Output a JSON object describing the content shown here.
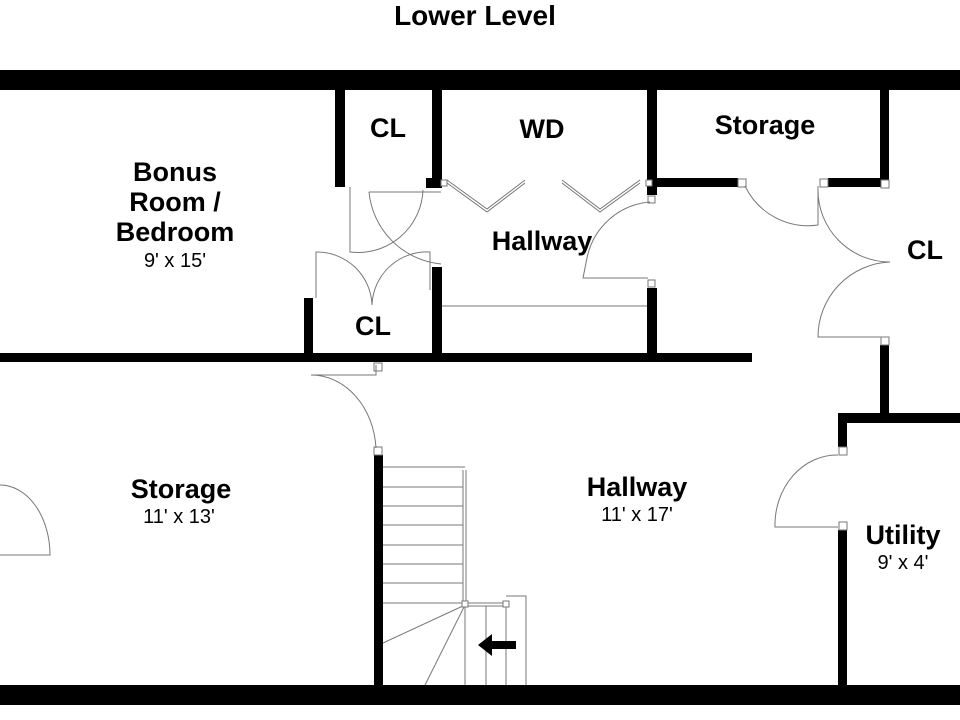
{
  "title": "Lower Level",
  "rooms": {
    "bonus": {
      "name_line1": "Bonus",
      "name_line2": "Room /",
      "name_line3": "Bedroom",
      "dims": "9' x 15'"
    },
    "cl_top": {
      "name": "CL"
    },
    "wd": {
      "name": "WD"
    },
    "storage_top": {
      "name": "Storage"
    },
    "hallway_upper": {
      "name": "Hallway"
    },
    "cl_right": {
      "name": "CL"
    },
    "cl_bottom": {
      "name": "CL"
    },
    "storage": {
      "name": "Storage",
      "dims": "11' x 13'"
    },
    "hallway": {
      "name": "Hallway",
      "dims": "11' x 17'"
    },
    "utility": {
      "name": "Utility",
      "dims": "9' x 4'"
    }
  },
  "colors": {
    "wall": "#000000",
    "door": "#777777"
  }
}
